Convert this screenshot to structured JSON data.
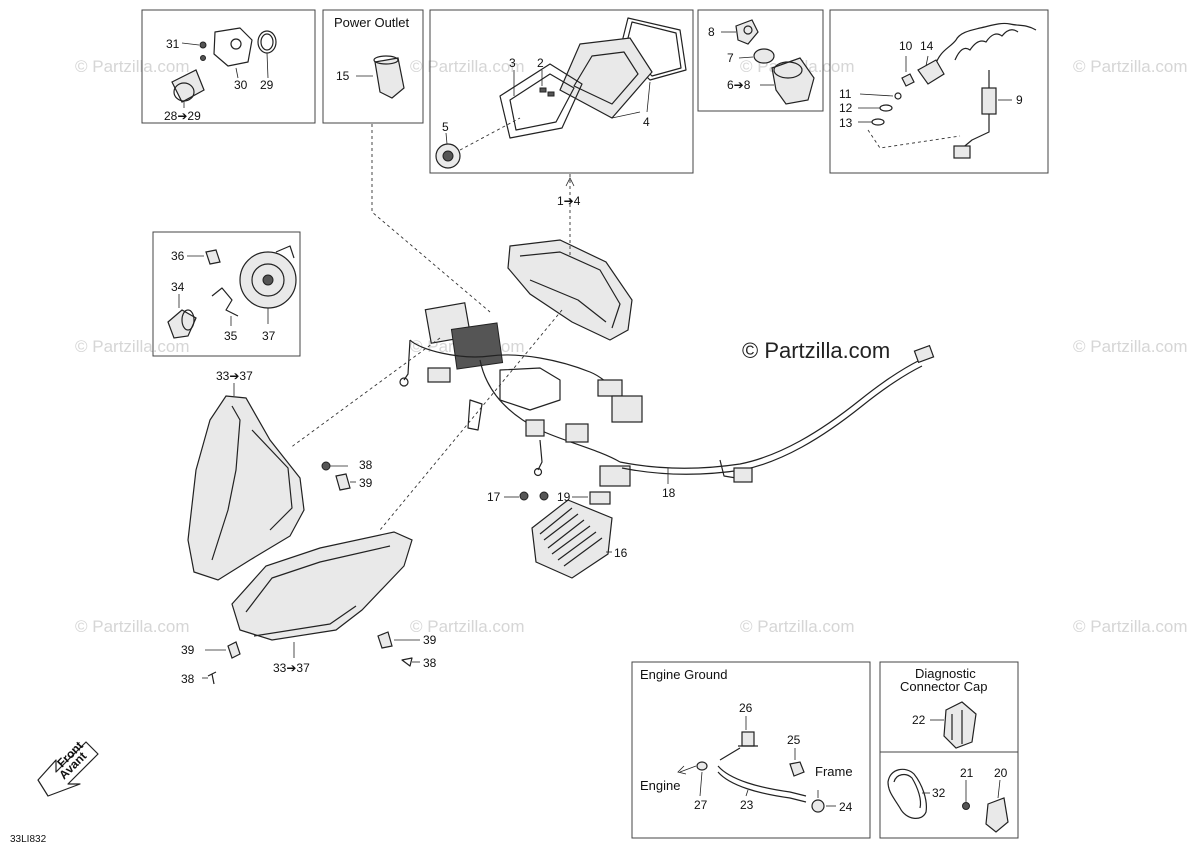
{
  "watermark": "© Partzilla.com",
  "main_watermark": "© Partzilla.com",
  "diagram_code": "33LI832",
  "front_arrow": {
    "line1": "Front",
    "line2": "Avant"
  },
  "boxes": {
    "power_outlet": {
      "title": "Power Outlet"
    },
    "engine_ground": {
      "title": "Engine Ground",
      "engine": "Engine",
      "frame": "Frame"
    },
    "diagnostic": {
      "title_line1": "Diagnostic",
      "title_line2": "Connector Cap"
    }
  },
  "callouts": {
    "c31": "31",
    "c30": "30",
    "c29": "29",
    "c28_29": "28➔29",
    "c15": "15",
    "c3": "3",
    "c2": "2",
    "c5": "5",
    "c4": "4",
    "c1_4": "1➔4",
    "c8": "8",
    "c7": "7",
    "c6_8": "6➔8",
    "c10": "10",
    "c14": "14",
    "c11": "11",
    "c12": "12",
    "c13": "13",
    "c9": "9",
    "c36": "36",
    "c34": "34",
    "c35": "35",
    "c37": "37",
    "c33_37_top": "33➔37",
    "c38_a": "38",
    "c39_a": "39",
    "c17": "17",
    "c19": "19",
    "c16": "16",
    "c18": "18",
    "c39_b": "39",
    "c38_b": "38",
    "c39_c": "39",
    "c38_c": "38",
    "c33_37_bottom": "33➔37",
    "c26": "26",
    "c25": "25",
    "c27": "27",
    "c23": "23",
    "c24": "24",
    "c22": "22",
    "c21": "21",
    "c20": "20",
    "c32": "32"
  }
}
